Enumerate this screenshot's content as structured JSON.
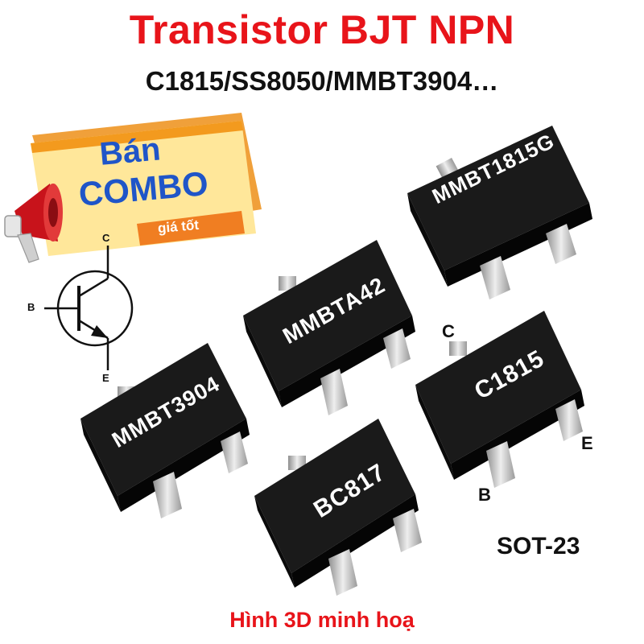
{
  "header": {
    "title": "Transistor BJT NPN",
    "subtitle": "C1815/SS8050/MMBT3904…"
  },
  "promo": {
    "line1": "Bán",
    "line2": "COMBO",
    "tag": "giá tốt",
    "icon": "megaphone-icon"
  },
  "symbol": {
    "collector": "C",
    "base": "B",
    "emitter": "E"
  },
  "chips": {
    "mmbt1815g": "MMBT1815G",
    "mmbta42": "MMBTA42",
    "mmbt3904": "MMBT3904",
    "c1815": "C1815",
    "bc817": "BC817"
  },
  "pins": {
    "c": "C",
    "e": "E",
    "b": "B"
  },
  "package": "SOT-23",
  "caption": "Hình 3D minh hoạ",
  "colors": {
    "title_red": "#e8141a",
    "banner_orange": "#f39a1e",
    "banner_yellow": "#ffe27a",
    "combo_blue": "#1f55c8",
    "chip_black": "#141414"
  }
}
